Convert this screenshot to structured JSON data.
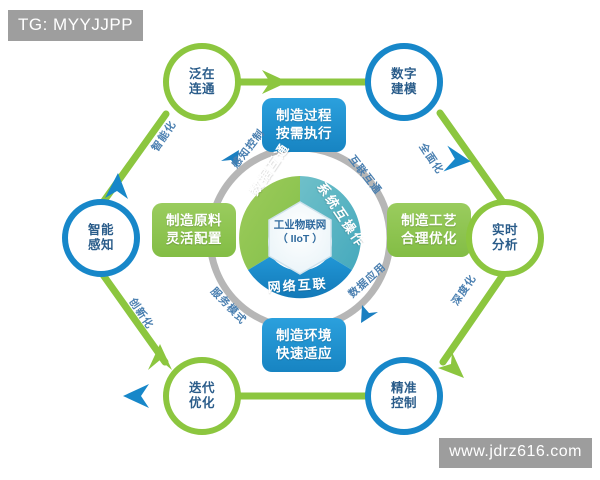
{
  "watermarks": {
    "top_left": "TG: MYYJJPP",
    "bottom_right": "www.jdrz616.com"
  },
  "colors": {
    "green": "#8cc63f",
    "green_ring": "#8cc63f",
    "blue": "#1a8ccc",
    "blue_ring": "#1787c9",
    "box_blue": "#1e94d2",
    "box_green": "#8fc554",
    "teal": "#5bb7c4",
    "gray_ring": "#b3b3b3",
    "text_blue": "#2a5c8a",
    "watermark_bg": "#9e9e9e"
  },
  "center": {
    "hub_line1": "工业物联网",
    "hub_line2": "（ IIoT ）",
    "segments": [
      {
        "name": "data-interop",
        "label": "数据互通",
        "color": "#8cc63f"
      },
      {
        "name": "system-interop",
        "label": "系统互操作",
        "color": "#5bb7c4"
      },
      {
        "name": "network-interconnect",
        "label": "网络互联",
        "color": "#1a8ccc"
      }
    ]
  },
  "inner_ring_labels": [
    {
      "name": "perception-control",
      "label": "感知控制"
    },
    {
      "name": "interconnection",
      "label": "互联互通"
    },
    {
      "name": "service-mode",
      "label": "服务模式"
    },
    {
      "name": "data-application",
      "label": "数据应用"
    }
  ],
  "feature_boxes": [
    {
      "name": "process-on-demand",
      "line1": "制造过程",
      "line2": "按需执行",
      "color": "#1e94d2",
      "position": "top"
    },
    {
      "name": "material-flexible",
      "line1": "制造原料",
      "line2": "灵活配置",
      "color": "#8fc554",
      "position": "left"
    },
    {
      "name": "craft-optimization",
      "line1": "制造工艺",
      "line2": "合理优化",
      "color": "#8fc554",
      "position": "right"
    },
    {
      "name": "environment-adaptation",
      "line1": "制造环境",
      "line2": "快速适应",
      "color": "#1e94d2",
      "position": "bottom"
    }
  ],
  "outer_nodes": [
    {
      "name": "ubiquitous-connectivity",
      "line1": "泛在",
      "line2": "连通",
      "color": "#8cc63f",
      "position": "top-left"
    },
    {
      "name": "digital-modeling",
      "line1": "数字",
      "line2": "建模",
      "color": "#1787c9",
      "position": "top-right"
    },
    {
      "name": "realtime-analysis",
      "line1": "实时",
      "line2": "分析",
      "color": "#8cc63f",
      "position": "right"
    },
    {
      "name": "precise-control",
      "line1": "精准",
      "line2": "控制",
      "color": "#1787c9",
      "position": "bottom-right"
    },
    {
      "name": "iterative-optimization",
      "line1": "迭代",
      "line2": "优化",
      "color": "#8cc63f",
      "position": "bottom-left"
    },
    {
      "name": "intelligent-perception",
      "line1": "智能",
      "line2": "感知",
      "color": "#1787c9",
      "position": "left"
    }
  ],
  "edge_labels": [
    {
      "name": "intelligentization",
      "label": "智能化",
      "position": "upper-left"
    },
    {
      "name": "comprehensiveness",
      "label": "全面化",
      "position": "upper-right"
    },
    {
      "name": "depth",
      "label": "深度化",
      "position": "lower-right"
    },
    {
      "name": "innovation",
      "label": "创新化",
      "position": "lower-left"
    }
  ]
}
